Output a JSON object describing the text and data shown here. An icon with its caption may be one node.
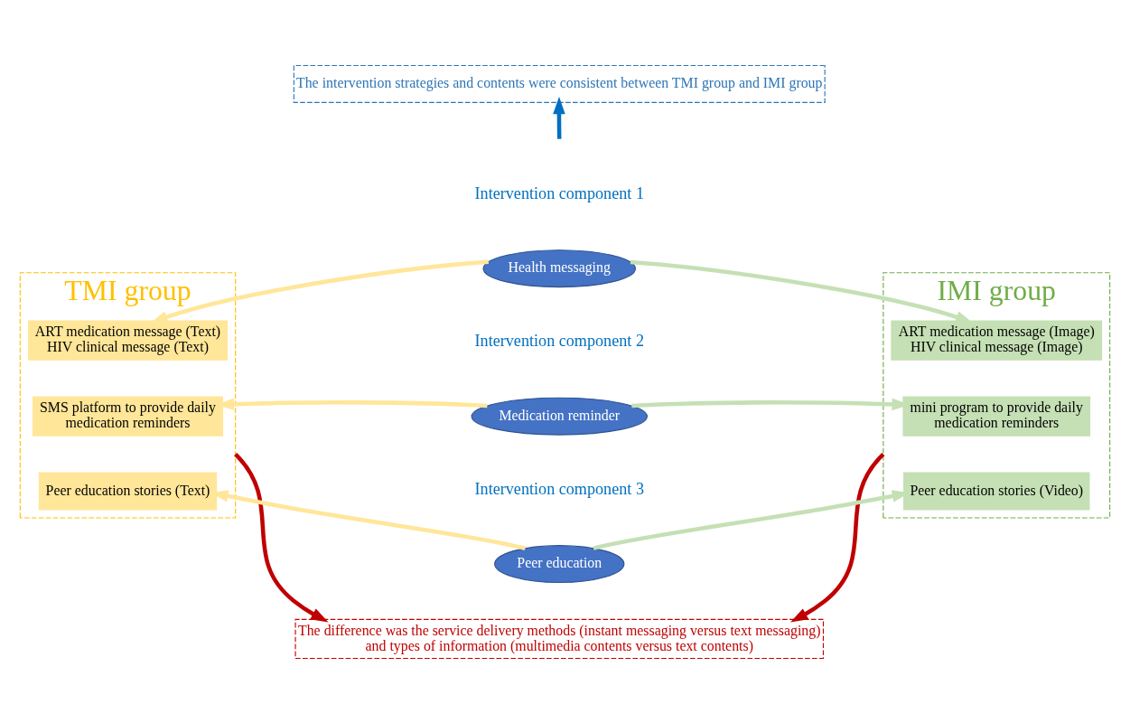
{
  "diagram": {
    "nodes": [
      {
        "text": [
          "The intervention strategies and contents were consistent between TMI group and IMI group"
        ]
      },
      {
        "text": [
          "TMI group"
        ]
      },
      {
        "text": [
          "ART medication message (Text)",
          "HIV clinical message (Text)"
        ],
        "in": 1
      },
      {
        "text": [
          "SMS platform to provide daily medication reminders"
        ],
        "in": 1
      },
      {
        "text": [
          "Peer education stories (Text)"
        ],
        "in": 1
      },
      {
        "text": [
          "IMI group"
        ]
      },
      {
        "text": [
          "ART medication message (Image)",
          "HIV clinical message (Image)"
        ],
        "in": 5
      },
      {
        "text": [
          "mini program to provide daily medication reminders"
        ],
        "in": 5
      },
      {
        "text": [
          "Peer education stories (Video)"
        ],
        "in": 5
      },
      {
        "text": [
          "Health messaging"
        ],
        "beside": [
          "Intervention component 1"
        ]
      },
      {
        "text": [
          "Medication reminder"
        ],
        "beside": [
          "Intervention component 2"
        ]
      },
      {
        "text": [
          "Peer education"
        ],
        "beside": [
          "Intervention component 3"
        ]
      },
      {
        "text": [
          "The difference was the service delivery methods (instant messaging versus text messaging) and types of information (multimedia contents versus text contents)"
        ]
      }
    ],
    "edges": [
      {
        "from": null,
        "to": 0,
        "arrow": "to",
        "color": "#0070c0"
      },
      {
        "from": 9,
        "to": 2,
        "arrow": "to",
        "color": "#ffe699"
      },
      {
        "from": 9,
        "to": 6,
        "arrow": "to",
        "color": "#c5e0b4"
      },
      {
        "from": 10,
        "to": 3,
        "arrow": "to",
        "color": "#ffe699"
      },
      {
        "from": 10,
        "to": 7,
        "arrow": "to",
        "color": "#c5e0b4"
      },
      {
        "from": 11,
        "to": 4,
        "arrow": "to",
        "color": "#ffe699"
      },
      {
        "from": 11,
        "to": 8,
        "arrow": "to",
        "color": "#c5e0b4"
      },
      {
        "from": 1,
        "to": 12,
        "arrow": "to",
        "color": "#c00000"
      },
      {
        "from": 5,
        "to": 12,
        "arrow": "to",
        "color": "#c00000"
      }
    ]
  }
}
